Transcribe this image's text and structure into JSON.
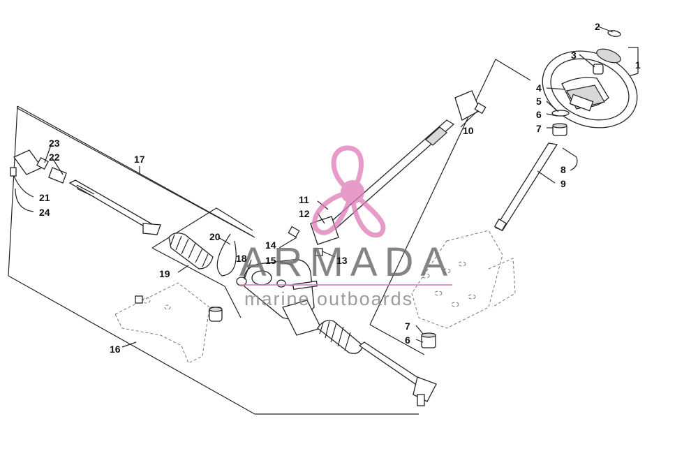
{
  "watermark": {
    "brand": "ARMADA",
    "tagline": "marine outboards",
    "accent_color": "#e07ab8",
    "text_color": "#6f6f6f"
  },
  "callouts": {
    "c1": "1",
    "c2": "2",
    "c3": "3",
    "c4": "4",
    "c5": "5",
    "c6": "6",
    "c7": "7",
    "c8": "8",
    "c9": "9",
    "c10": "10",
    "c11": "11",
    "c12": "12",
    "c13": "13",
    "c14": "14",
    "c15": "15",
    "c16": "16",
    "c17": "17",
    "c18": "18",
    "c19": "19",
    "c20": "20",
    "c21": "21",
    "c22": "22",
    "c23": "23",
    "c24": "24",
    "c7b": "7",
    "c6b": "6"
  }
}
